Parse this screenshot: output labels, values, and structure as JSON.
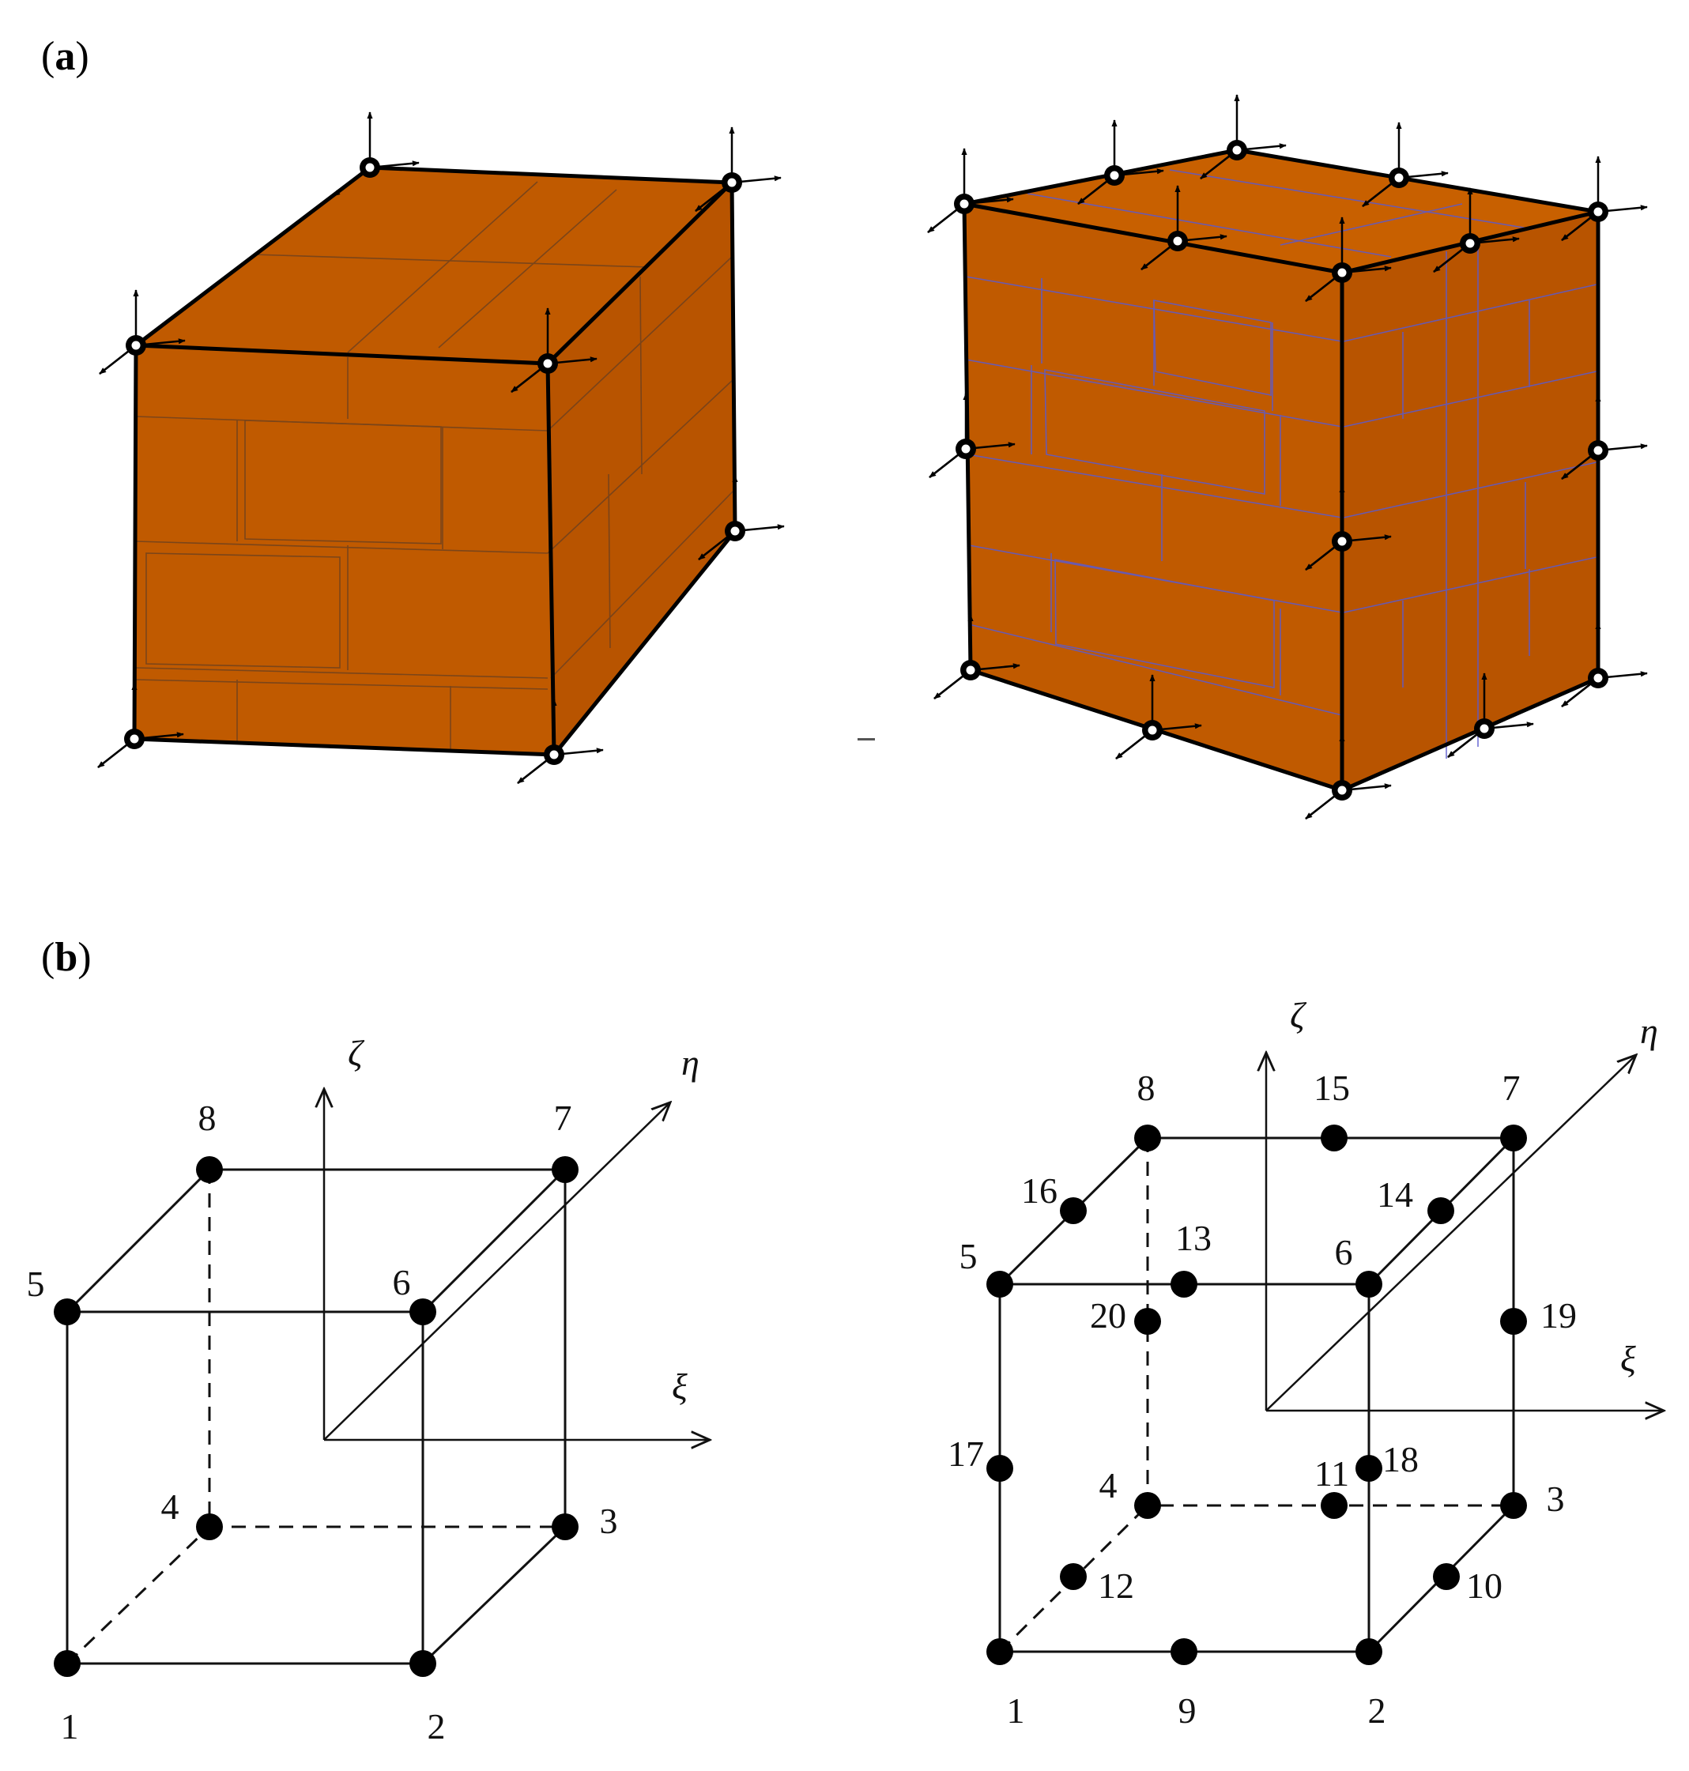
{
  "panels": {
    "a": {
      "label_open": "(",
      "label_letter": "a",
      "label_close": ")"
    },
    "b": {
      "label_open": "(",
      "label_letter": "b",
      "label_close": ")"
    }
  },
  "colors": {
    "brick": "#c05a00",
    "node_fill": "#000000"
  },
  "hex8": {
    "nodes": [
      {
        "id": "1",
        "label": "1"
      },
      {
        "id": "2",
        "label": "2"
      },
      {
        "id": "3",
        "label": "3"
      },
      {
        "id": "4",
        "label": "4"
      },
      {
        "id": "5",
        "label": "5"
      },
      {
        "id": "6",
        "label": "6"
      },
      {
        "id": "7",
        "label": "7"
      },
      {
        "id": "8",
        "label": "8"
      }
    ],
    "axes": {
      "zeta": "ζ",
      "eta": "η",
      "xi": "ξ"
    }
  },
  "hex20": {
    "nodes": [
      {
        "id": "1",
        "label": "1"
      },
      {
        "id": "2",
        "label": "2"
      },
      {
        "id": "3",
        "label": "3"
      },
      {
        "id": "4",
        "label": "4"
      },
      {
        "id": "5",
        "label": "5"
      },
      {
        "id": "6",
        "label": "6"
      },
      {
        "id": "7",
        "label": "7"
      },
      {
        "id": "8",
        "label": "8"
      },
      {
        "id": "9",
        "label": "9"
      },
      {
        "id": "10",
        "label": "10"
      },
      {
        "id": "11",
        "label": "11"
      },
      {
        "id": "12",
        "label": "12"
      },
      {
        "id": "13",
        "label": "13"
      },
      {
        "id": "14",
        "label": "14"
      },
      {
        "id": "15",
        "label": "15"
      },
      {
        "id": "16",
        "label": "16"
      },
      {
        "id": "17",
        "label": "17"
      },
      {
        "id": "18",
        "label": "18"
      },
      {
        "id": "19",
        "label": "19"
      },
      {
        "id": "20",
        "label": "20"
      }
    ],
    "axes": {
      "zeta": "ζ",
      "eta": "η",
      "xi": "ξ"
    }
  }
}
